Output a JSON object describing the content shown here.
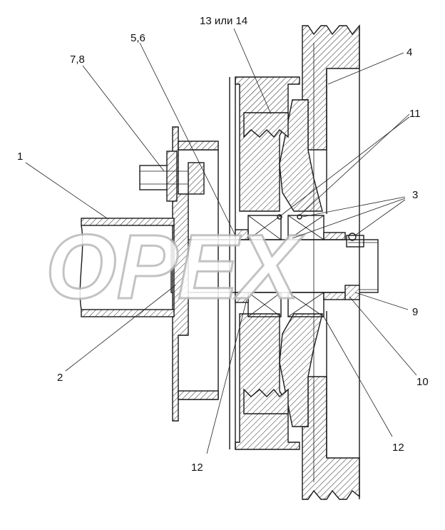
{
  "watermark": "OPEX",
  "callouts": {
    "c1": "1",
    "c2": "2",
    "c3": "3",
    "c4": "4",
    "c9": "9",
    "c10": "10",
    "c11": "11",
    "c12a": "12",
    "c12b": "12",
    "c56": "5,6",
    "c78": "7,8",
    "c1314": "13 или 14"
  }
}
